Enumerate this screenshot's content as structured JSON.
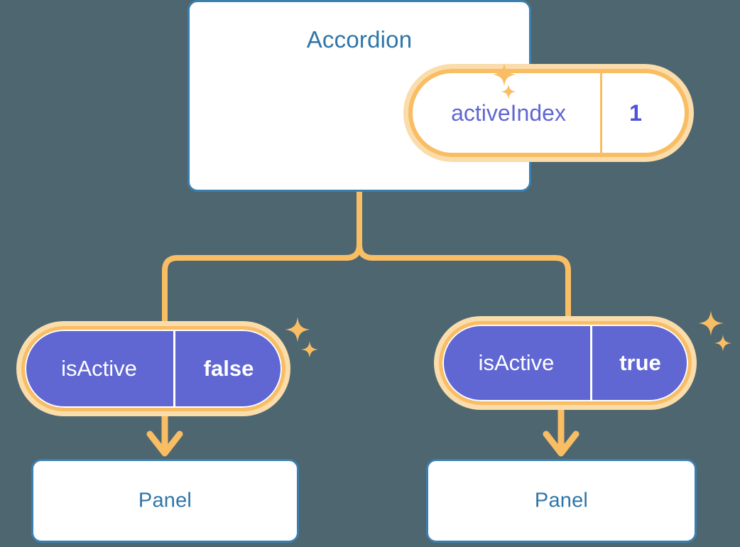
{
  "theme": {
    "background": "#4d6670",
    "card_background": "#ffffff",
    "card_border": "#3b7fb0",
    "title_color": "#2e76a8",
    "accent_orange": "#f9bd63",
    "accent_orange_glow": "#fbdcab",
    "pill_purple": "#6067d2",
    "pill_text_purple": "#4b53d6",
    "pill_text_white": "#ffffff"
  },
  "root": {
    "title": "Accordion",
    "state": {
      "key": "activeIndex",
      "value": "1"
    }
  },
  "branches": [
    {
      "prop": {
        "key": "isActive",
        "value": "false"
      },
      "child": {
        "title": "Panel"
      }
    },
    {
      "prop": {
        "key": "isActive",
        "value": "true"
      },
      "child": {
        "title": "Panel"
      }
    }
  ],
  "icons": {
    "sparkle_large": "sparkle-four-point-icon",
    "sparkle_small": "sparkle-four-point-small-icon",
    "arrow_down": "arrow-down-icon"
  }
}
